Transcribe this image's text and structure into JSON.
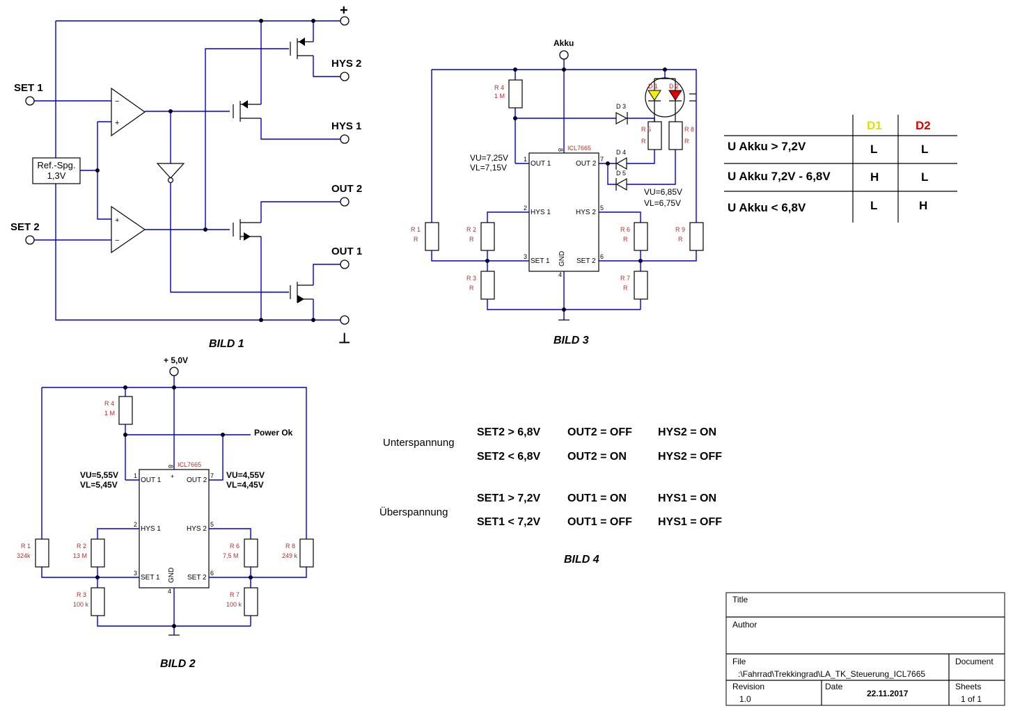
{
  "bild1": {
    "caption": "BILD 1",
    "plus": "+",
    "ground": "⊥",
    "hys2": "HYS 2",
    "hys1": "HYS 1",
    "out2": "OUT 2",
    "out1": "OUT 1",
    "set1": "SET 1",
    "set2": "SET 2",
    "ref_line1": "Ref.-Spg.",
    "ref_line2": "1,3V",
    "minus": "−",
    "plus_in": "+"
  },
  "bild2": {
    "caption": "BILD 2",
    "supply": "+ 5,0V",
    "power_ok": "Power Ok",
    "ic": "ICL7665",
    "vu_left": "VU=5,55V",
    "vl_left": "VL=5,45V",
    "vu_right": "VU=4,55V",
    "vl_right": "VL=4,45V",
    "pins": {
      "p1": "1",
      "p2": "2",
      "p3": "3",
      "p4": "4",
      "p5": "5",
      "p6": "6",
      "p7": "7",
      "p8": "8",
      "out1": "OUT 1",
      "out2": "OUT 2",
      "hys1": "HYS 1",
      "hys2": "HYS 2",
      "set1": "SET 1",
      "set2": "SET 2",
      "gnd": "GND",
      "plus": "+"
    },
    "r1": [
      "R 1",
      "324k"
    ],
    "r2": [
      "R 2",
      "13 M"
    ],
    "r3": [
      "R 3",
      "100 k"
    ],
    "r4": [
      "R 4",
      "1 M"
    ],
    "r6": [
      "R 6",
      "7,5 M"
    ],
    "r7": [
      "R 7",
      "100 k"
    ],
    "r8": [
      "R 8",
      "249 k"
    ]
  },
  "bild3": {
    "caption": "BILD 3",
    "akku": "Akku",
    "ic": "ICL7665",
    "vu_left": "VU=7,25V",
    "vl_left": "VL=7,15V",
    "vu_right": "VU=6,85V",
    "vl_right": "VL=6,75V",
    "d1": "D 1",
    "d2": "D 2",
    "d3": "D 3",
    "d4": "D 4",
    "d5": "D 5",
    "pins": {
      "p1": "1",
      "p2": "2",
      "p3": "3",
      "p4": "4",
      "p5": "5",
      "p6": "6",
      "p7": "7",
      "p8": "8",
      "out1": "OUT 1",
      "out2": "OUT 2",
      "hys1": "HYS 1",
      "hys2": "HYS 2",
      "set1": "SET 1",
      "set2": "SET 2",
      "gnd": "GND"
    },
    "r1": [
      "R 1",
      "R"
    ],
    "r2": [
      "R 2",
      "R"
    ],
    "r3": [
      "R 3",
      "R"
    ],
    "r4": [
      "R 4",
      "1 M"
    ],
    "r5": [
      "R 5",
      "R"
    ],
    "r6": [
      "R 6",
      "R"
    ],
    "r7": [
      "R 7",
      "R"
    ],
    "r8": [
      "R 8",
      "R"
    ],
    "r9": [
      "R 9",
      "R"
    ],
    "led_colors": {
      "d1": "#f0f000",
      "d2": "#e00000"
    }
  },
  "truth_table": {
    "col_d1": "D1",
    "col_d2": "D2",
    "col_d1_color": "#e0e000",
    "col_d2_color": "#e00000",
    "rows": [
      {
        "label": "U Akku > 7,2V",
        "d1": "L",
        "d2": "L"
      },
      {
        "label": "U Akku 7,2V - 6,8V",
        "d1": "H",
        "d2": "L"
      },
      {
        "label": "U Akku < 6,8V",
        "d1": "L",
        "d2": "H"
      }
    ]
  },
  "bild4": {
    "caption": "BILD 4",
    "unterspannung": "Unterspannung",
    "ueberspannung": "Überspannung",
    "rows": [
      [
        "SET2 > 6,8V",
        "OUT2 = OFF",
        "HYS2 = ON"
      ],
      [
        "SET2 < 6,8V",
        "OUT2 = ON",
        "HYS2 = OFF"
      ],
      [
        "SET1 > 7,2V",
        "OUT1 = ON",
        "HYS1 = ON"
      ],
      [
        "SET1 < 7,2V",
        "OUT1 = OFF",
        "HYS1 = OFF"
      ]
    ]
  },
  "title_block": {
    "title_label": "Title",
    "author_label": "Author",
    "file_label": "File",
    "file_value": ":\\Fahrrad\\Trekkingrad\\LA_TK_Steuerung_ICL7665",
    "document_label": "Document",
    "revision_label": "Revision",
    "revision_value": "1.0",
    "date_label": "Date",
    "date_value": "22.11.2017",
    "sheets_label": "Sheets",
    "sheets_value": "1 of 1"
  }
}
